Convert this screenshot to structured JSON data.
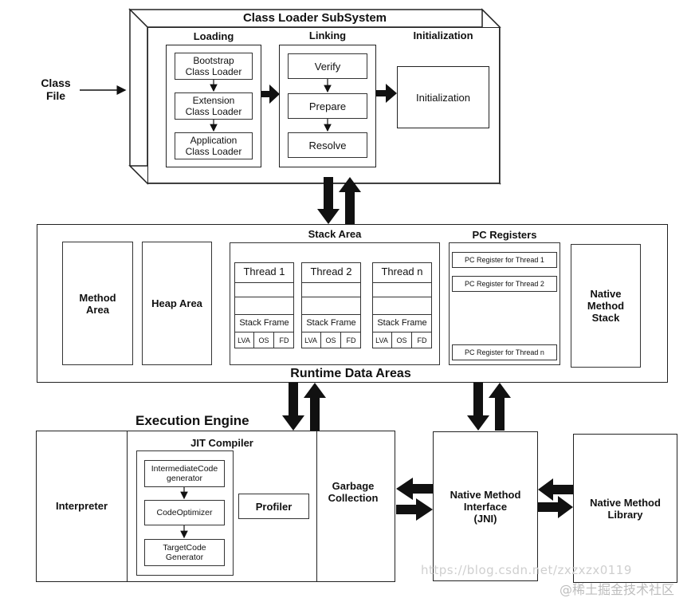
{
  "class_loader": {
    "title": "Class Loader SubSystem",
    "class_file": "Class\nFile",
    "loading": {
      "title": "Loading",
      "items": [
        "Bootstrap\nClass Loader",
        "Extension\nClass Loader",
        "Application\nClass Loader"
      ]
    },
    "linking": {
      "title": "Linking",
      "items": [
        "Verify",
        "Prepare",
        "Resolve"
      ]
    },
    "initialization": {
      "title": "Initialization",
      "box": "Initialization"
    }
  },
  "runtime": {
    "title": "Runtime Data Areas",
    "method_area": "Method\nArea",
    "heap_area": "Heap Area",
    "stack_area": {
      "title": "Stack Area",
      "threads": [
        {
          "name": "Thread 1",
          "frame": "Stack Frame",
          "cells": [
            "LVA",
            "OS",
            "FD"
          ]
        },
        {
          "name": "Thread 2",
          "frame": "Stack Frame",
          "cells": [
            "LVA",
            "OS",
            "FD"
          ]
        },
        {
          "name": "Thread n",
          "frame": "Stack Frame",
          "cells": [
            "LVA",
            "OS",
            "FD"
          ]
        }
      ]
    },
    "pc_registers": {
      "title": "PC Registers",
      "items": [
        "PC Register for Thread 1",
        "PC Register for Thread 2",
        "PC Register for Thread n"
      ]
    },
    "native_method_stack": "Native\nMethod\nStack"
  },
  "execution": {
    "title": "Execution Engine",
    "interpreter": "Interpreter",
    "jit": {
      "title": "JIT Compiler",
      "items": [
        "IntermediateCode\ngenerator",
        "CodeOptimizer",
        "TargetCode\nGenerator"
      ],
      "profiler": "Profiler"
    },
    "garbage_collection": "Garbage\nCollection"
  },
  "native": {
    "interface": "Native Method\nInterface\n(JNI)",
    "library": "Native Method\nLibrary"
  },
  "watermark": {
    "url": "https://blog.csdn.net/zxzxzx0119",
    "site": "@稀土掘金技术社区"
  }
}
